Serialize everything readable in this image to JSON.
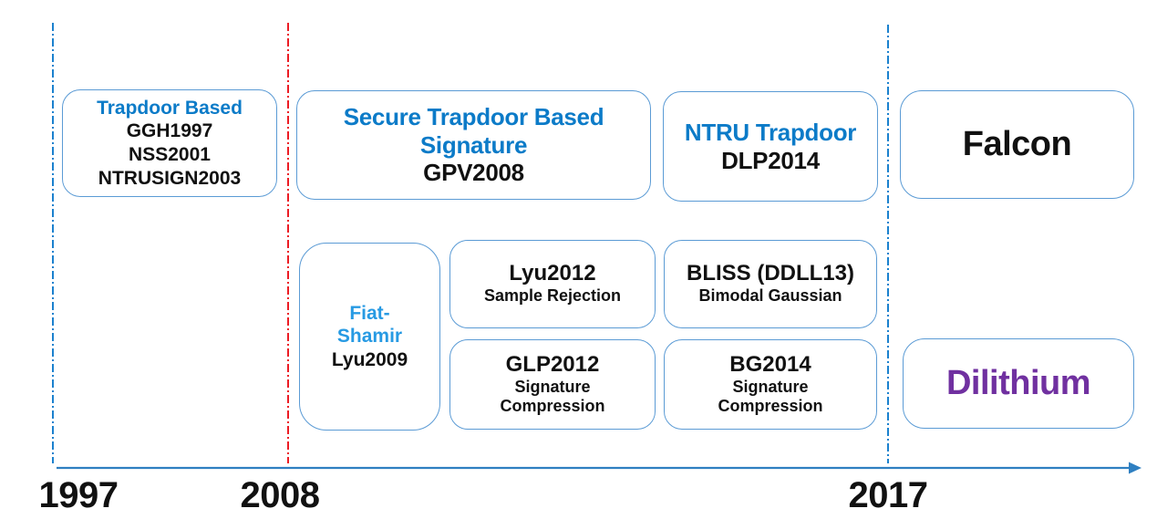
{
  "figure": {
    "description": "Timeline diagram of lattice-based signature schemes from 1997 to 2017"
  },
  "palette": {
    "box_border": "#5B9BD5",
    "heading_blue": "#0C7BC8",
    "fiat_blue": "#279AE3",
    "dilithium_purple": "#7030A0",
    "text_black": "#111111",
    "red_line": "#EC1C24",
    "blue_line": "#1B81CE",
    "axis_blue": "#2E7FC1"
  },
  "axis": {
    "labels": [
      "1997",
      "2008",
      "2017"
    ]
  },
  "boxes": [
    {
      "id": "trapdoor-based",
      "title_lines": [
        "Trapdoor Based"
      ],
      "body_lines": [
        "GGH1997",
        "NSS2001",
        "NTRUSIGN2003"
      ]
    },
    {
      "id": "secure-trapdoor-based-signature",
      "title_lines": [
        "Secure Trapdoor Based",
        "Signature"
      ],
      "body_lines": [
        "GPV2008"
      ]
    },
    {
      "id": "ntru-trapdoor",
      "title_lines": [
        "NTRU Trapdoor"
      ],
      "body_lines": [
        "DLP2014"
      ]
    },
    {
      "id": "falcon",
      "body_lines": [
        "Falcon"
      ]
    },
    {
      "id": "fiat-shamir",
      "title_lines": [
        "Fiat-",
        "Shamir"
      ],
      "body_lines": [
        "Lyu2009"
      ]
    },
    {
      "id": "lyu2012",
      "main": "Lyu2012",
      "sub_lines": [
        "Sample Rejection"
      ]
    },
    {
      "id": "bliss",
      "main": "BLISS (DDLL13)",
      "sub_lines": [
        "Bimodal Gaussian"
      ]
    },
    {
      "id": "glp2012",
      "main": "GLP2012",
      "sub_lines": [
        "Signature",
        "Compression"
      ]
    },
    {
      "id": "bg2014",
      "main": "BG2014",
      "sub_lines": [
        "Signature",
        "Compression"
      ]
    },
    {
      "id": "dilithium",
      "body_lines": [
        "Dilithium"
      ]
    }
  ]
}
